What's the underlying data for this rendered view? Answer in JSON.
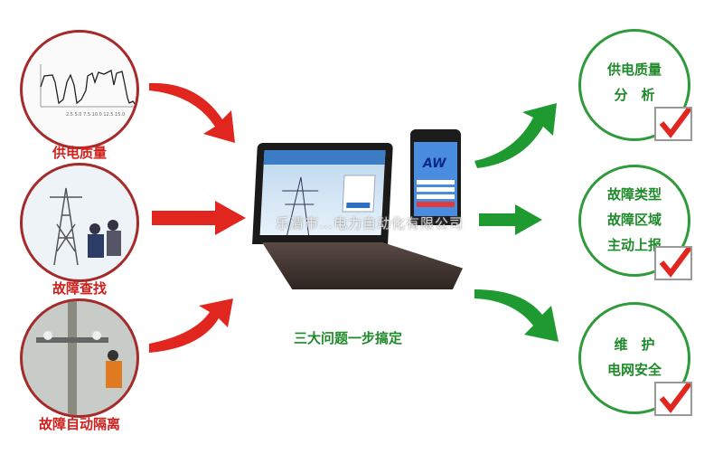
{
  "left_items": [
    {
      "label": "供电质量",
      "icon": "waveform-chart"
    },
    {
      "label": "故障查找",
      "icon": "transmission-tower-workers"
    },
    {
      "label": "故障自动隔离",
      "icon": "lineman-on-pole"
    }
  ],
  "right_items": [
    {
      "lines": [
        "供电质量",
        "分　析"
      ],
      "icon": "check-icon"
    },
    {
      "lines": [
        "故障类型",
        "故障区域",
        "主动上报"
      ],
      "icon": "check-icon"
    },
    {
      "lines": [
        "维　护",
        "电网安全"
      ],
      "icon": "check-icon"
    }
  ],
  "center_caption": "三大问题一步搞定",
  "watermark": "乐清市…电力自动化有限公司",
  "colors": {
    "left_arrow": "#e0261e",
    "right_arrow": "#1e9a30",
    "left_text": "#d0201c",
    "right_text": "#1f8a2a"
  }
}
